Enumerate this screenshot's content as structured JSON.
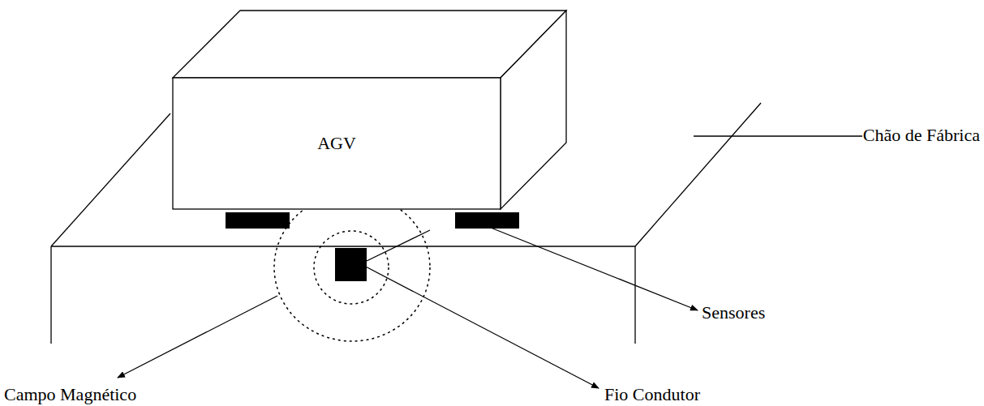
{
  "diagram": {
    "nodes": [
      {
        "text": [
          "AGV"
        ]
      }
    ],
    "labels": [
      "Chão de Fábrica",
      "Sensores",
      "Fio Condutor",
      "Campo Magnético"
    ]
  }
}
